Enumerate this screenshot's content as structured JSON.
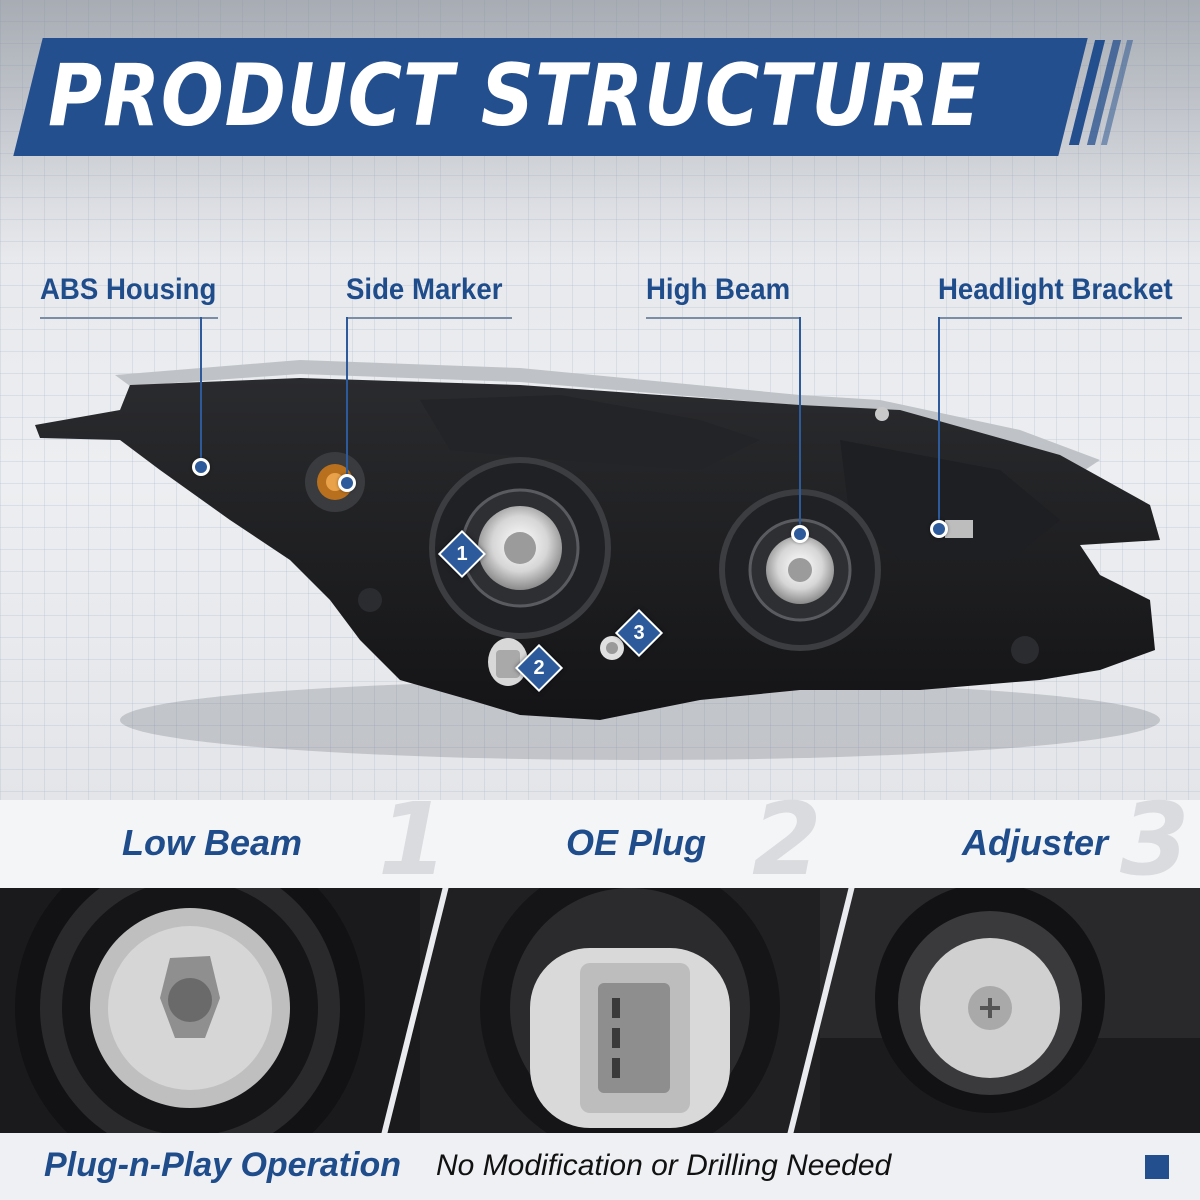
{
  "header": {
    "title": "PRODUCT STRUCTURE"
  },
  "callouts": [
    {
      "label": "ABS Housing"
    },
    {
      "label": "Side Marker"
    },
    {
      "label": "High Beam"
    },
    {
      "label": "Headlight Bracket"
    }
  ],
  "badges": [
    "1",
    "2",
    "3"
  ],
  "features": [
    {
      "label": "Low Beam",
      "number": "1"
    },
    {
      "label": "OE Plug",
      "number": "2"
    },
    {
      "label": "Adjuster",
      "number": "3"
    }
  ],
  "footer": {
    "headline": "Plug-n-Play Operation",
    "text": "No Modification or Drilling Needed"
  },
  "colors": {
    "brand_blue": "#244f8e",
    "label_blue": "#1f4c8a"
  }
}
